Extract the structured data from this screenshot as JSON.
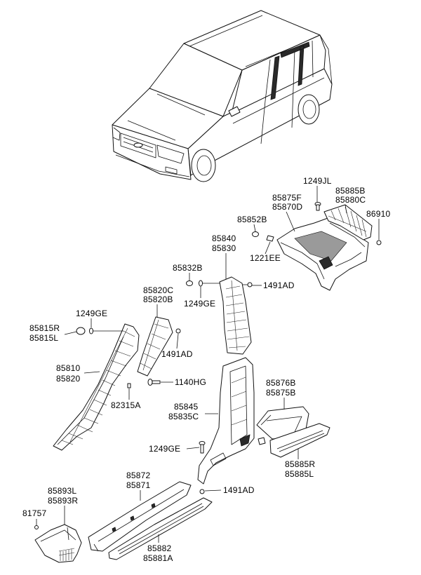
{
  "callouts": {
    "fastener_1249jl": "1249JL",
    "rear_quarter_upper_trim": [
      "85885B",
      "85880C"
    ],
    "rear_pillar_trim": [
      "85875F",
      "85870D"
    ],
    "cover_86910": "86910",
    "cap_85852b": "85852B",
    "center_pillar_upper": [
      "85840",
      "85830"
    ],
    "screw_1221ee": "1221EE",
    "cap_85832b": "85832B",
    "clip_1491ad_a": "1491AD",
    "front_pillar_upper": [
      "85820C",
      "85820B"
    ],
    "screw_1249ge_a": "1249GE",
    "screw_1249ge_b": "1249GE",
    "cover_85815": [
      "85815R",
      "85815L"
    ],
    "clip_1491ad_b": "1491AD",
    "front_pillar_trim": [
      "85810",
      "85820"
    ],
    "screw_1140hg": "1140HG",
    "clip_82315a": "82315A",
    "rear_door_scuff_trim": [
      "85876B",
      "85875B"
    ],
    "center_pillar_lower": [
      "85845",
      "85835C"
    ],
    "screw_1249ge_c": "1249GE",
    "rear_scuff_plate": [
      "85885R",
      "85885L"
    ],
    "front_sill_trim": [
      "85872",
      "85871"
    ],
    "cowl_side_trim": [
      "85893L",
      "85893R"
    ],
    "clip_1491ad_c": "1491AD",
    "clip_81757": "81757",
    "front_scuff_plate": [
      "85882",
      "85881A"
    ]
  }
}
